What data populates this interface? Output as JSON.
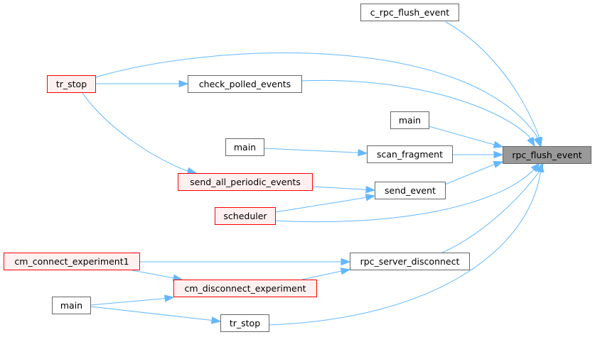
{
  "diagram": {
    "type": "call-graph",
    "colors": {
      "edge": "#63b8ff",
      "focus_fill": "#999999",
      "focus_border": "#666666",
      "normal_border": "#666666",
      "truncated_border": "#ff0000",
      "truncated_fill": "#fff0f0"
    },
    "nodes": {
      "rpc_flush_event": {
        "label": "rpc_flush_event",
        "style": "focus"
      },
      "c_rpc_flush_event": {
        "label": "c_rpc_flush_event",
        "style": "normal"
      },
      "tr_stop_top": {
        "label": "tr_stop",
        "style": "truncated"
      },
      "check_polled_events": {
        "label": "check_polled_events",
        "style": "normal"
      },
      "main_1": {
        "label": "main",
        "style": "normal"
      },
      "main_2": {
        "label": "main",
        "style": "normal"
      },
      "scan_fragment": {
        "label": "scan_fragment",
        "style": "normal"
      },
      "send_all_periodic_events": {
        "label": "send_all_periodic_events",
        "style": "truncated"
      },
      "send_event": {
        "label": "send_event",
        "style": "normal"
      },
      "scheduler": {
        "label": "scheduler",
        "style": "truncated"
      },
      "cm_connect_experiment1": {
        "label": "cm_connect_experiment1",
        "style": "truncated"
      },
      "rpc_server_disconnect": {
        "label": "rpc_server_disconnect",
        "style": "normal"
      },
      "cm_disconnect_experiment": {
        "label": "cm_disconnect_experiment",
        "style": "truncated"
      },
      "main_3": {
        "label": "main",
        "style": "normal"
      },
      "tr_stop_bottom": {
        "label": "tr_stop",
        "style": "normal"
      }
    },
    "edges": [
      {
        "from": "c_rpc_flush_event",
        "to": "rpc_flush_event"
      },
      {
        "from": "tr_stop_top",
        "to": "rpc_flush_event"
      },
      {
        "from": "check_polled_events",
        "to": "rpc_flush_event"
      },
      {
        "from": "tr_stop_top",
        "to": "check_polled_events"
      },
      {
        "from": "main_1",
        "to": "rpc_flush_event"
      },
      {
        "from": "scan_fragment",
        "to": "rpc_flush_event"
      },
      {
        "from": "main_2",
        "to": "scan_fragment"
      },
      {
        "from": "tr_stop_top",
        "to": "send_all_periodic_events"
      },
      {
        "from": "send_event",
        "to": "rpc_flush_event"
      },
      {
        "from": "send_all_periodic_events",
        "to": "send_event"
      },
      {
        "from": "scheduler",
        "to": "send_event"
      },
      {
        "from": "scheduler",
        "to": "rpc_flush_event"
      },
      {
        "from": "rpc_server_disconnect",
        "to": "rpc_flush_event"
      },
      {
        "from": "cm_connect_experiment1",
        "to": "rpc_server_disconnect"
      },
      {
        "from": "cm_disconnect_experiment",
        "to": "rpc_server_disconnect"
      },
      {
        "from": "cm_connect_experiment1",
        "to": "cm_disconnect_experiment"
      },
      {
        "from": "main_3",
        "to": "cm_disconnect_experiment"
      },
      {
        "from": "main_3",
        "to": "tr_stop_bottom"
      },
      {
        "from": "tr_stop_bottom",
        "to": "rpc_flush_event"
      }
    ]
  }
}
